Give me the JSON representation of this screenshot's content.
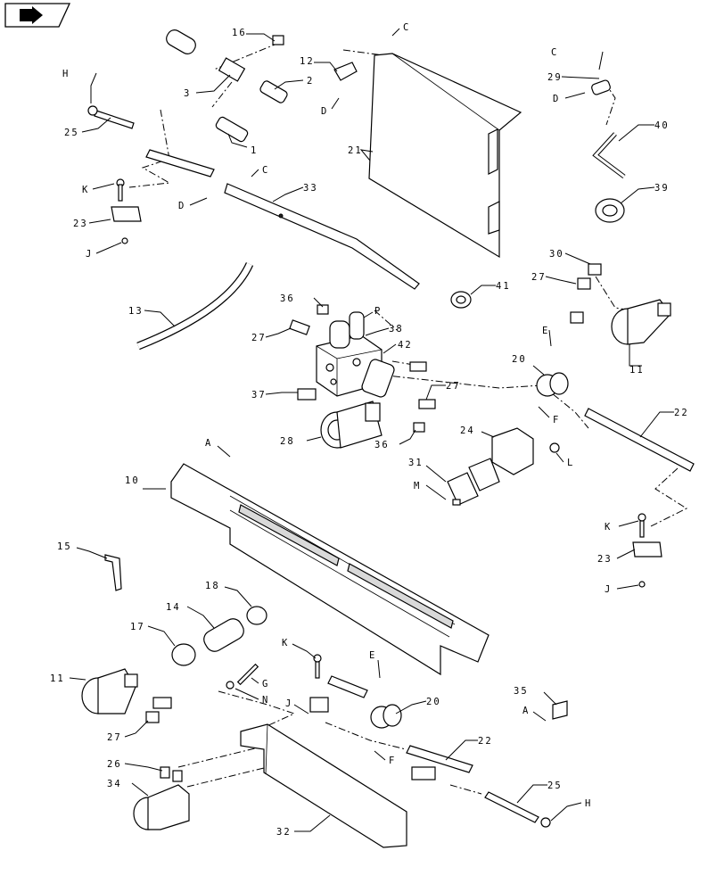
{
  "nav_icon": "forward-arrow-icon",
  "labels": {
    "l1": "1",
    "l2": "2",
    "l3": "3",
    "l10": "10",
    "l11a": "11",
    "l11b": "11",
    "l12": "12",
    "l13": "13",
    "l14": "14",
    "l15": "15",
    "l16": "16",
    "l17": "17",
    "l18": "18",
    "l20a": "20",
    "l20b": "20",
    "l21": "21",
    "l22a": "22",
    "l22b": "22",
    "l23a": "23",
    "l23b": "23",
    "l24": "24",
    "l25a": "25",
    "l25b": "25",
    "l26": "26",
    "l27a": "27",
    "l27b": "27",
    "l27c": "27",
    "l27d": "27",
    "l28": "28",
    "l29": "29",
    "l30": "30",
    "l31": "31",
    "l32": "32",
    "l33": "33",
    "l34": "34",
    "l35": "35",
    "l36a": "36",
    "l36b": "36",
    "l37": "37",
    "l38": "38",
    "l39": "39",
    "l40": "40",
    "l41": "41",
    "l42": "42",
    "lA1": "A",
    "lA2": "A",
    "lCa": "C",
    "lCb": "C",
    "lCc": "C",
    "lDa": "D",
    "lDb": "D",
    "lDc": "D",
    "lEa": "E",
    "lEb": "E",
    "lFa": "F",
    "lFb": "F",
    "lG": "G",
    "lHa": "H",
    "lHb": "H",
    "lJa": "J",
    "lJb": "J",
    "lJc": "J",
    "lKa": "K",
    "lKb": "K",
    "lKc": "K",
    "lL": "L",
    "lM": "M",
    "lN": "N",
    "lP": "P"
  }
}
